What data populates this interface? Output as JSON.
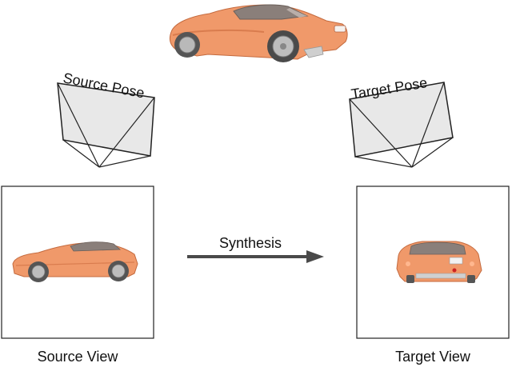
{
  "labels": {
    "source_pose": "Source Pose",
    "target_pose": "Target Pose",
    "synthesis": "Synthesis",
    "source_view": "Source View",
    "target_view": "Target View"
  },
  "colors": {
    "car_body": "#f0996a",
    "car_shade": "#d97c4e",
    "frustum_fill": "#e8e8e8",
    "stroke": "#222222",
    "arrow": "#4a4a4a"
  }
}
